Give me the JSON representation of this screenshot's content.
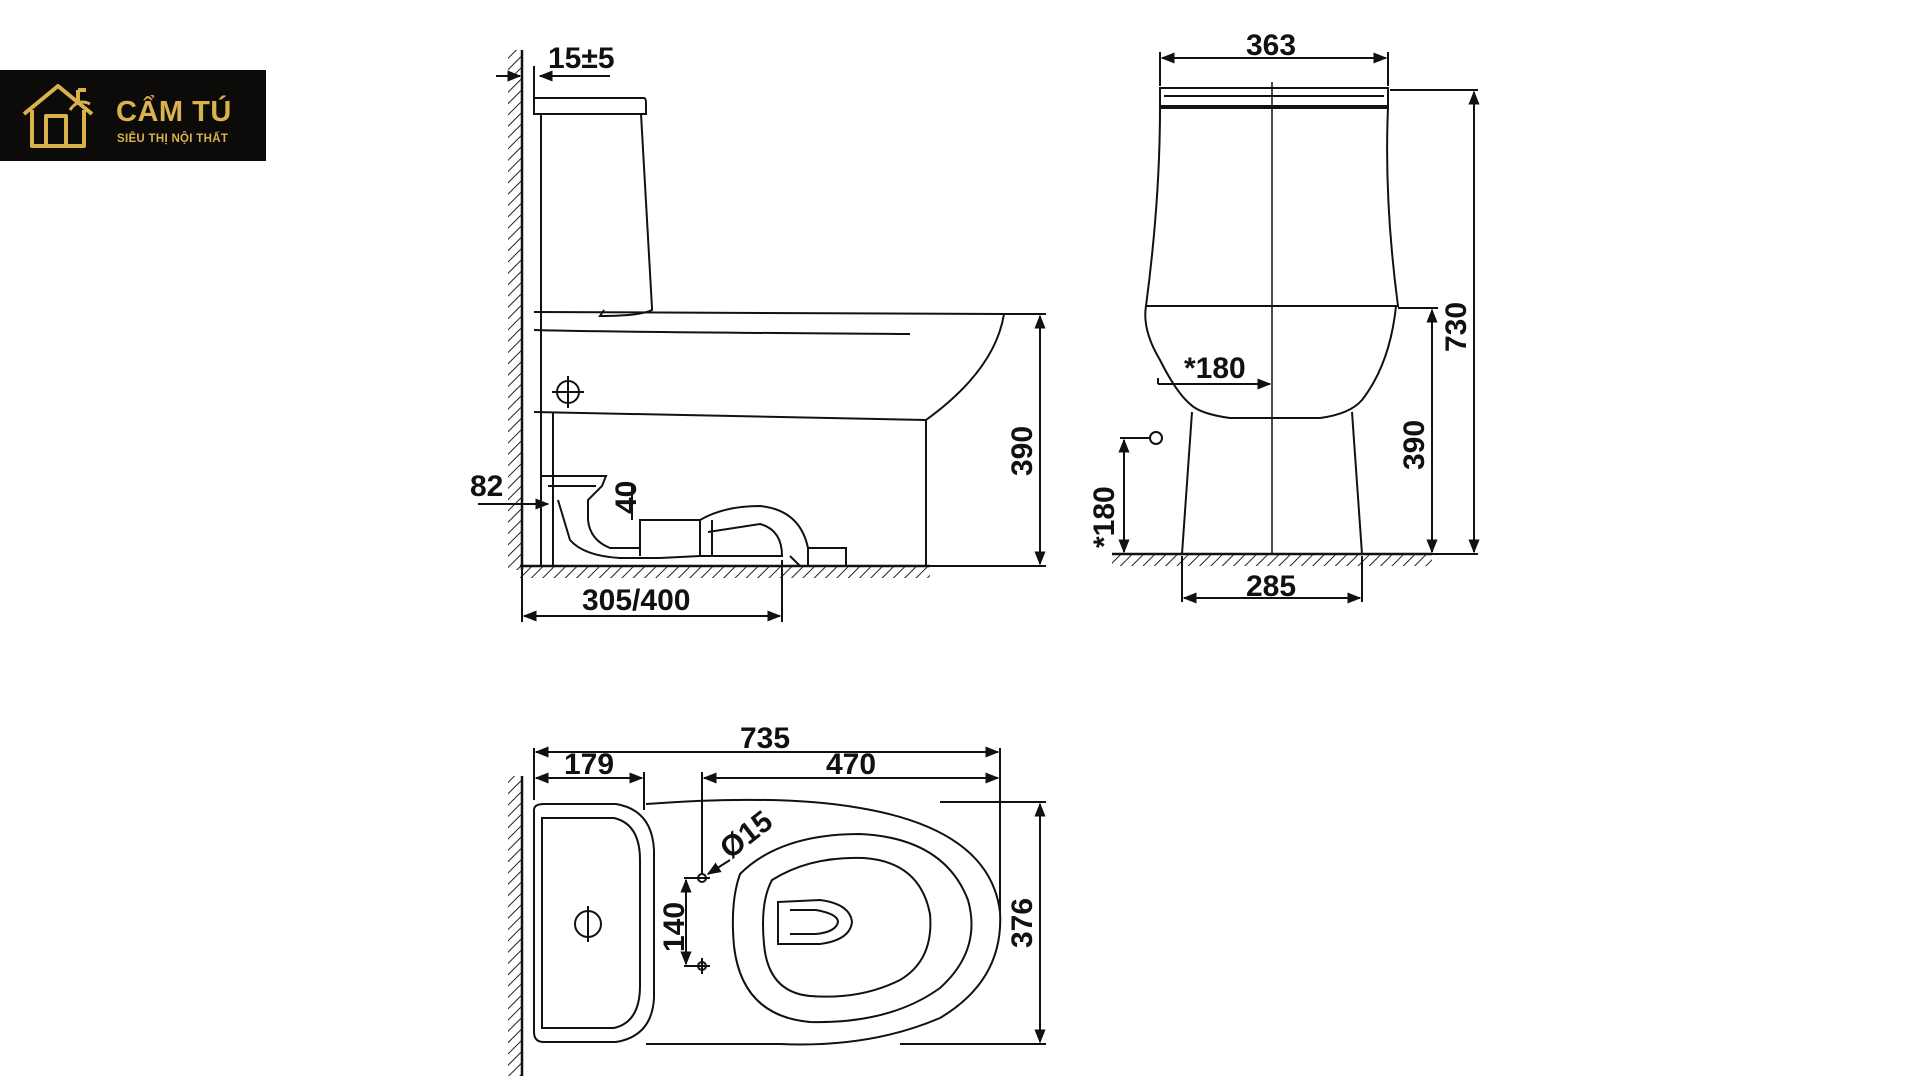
{
  "logo": {
    "name": "CẨM TÚ",
    "tagline": "SIÊU THỊ NỘI THẤT",
    "color": "#d9b24e",
    "background": "#0c0b09",
    "icon": "house-icon"
  },
  "side_view": {
    "wall_gap": "15±5",
    "floor_outlet": "82",
    "outlet_height": "40",
    "rough_in": "305/400",
    "seat_height": "390"
  },
  "front_view": {
    "width": "363",
    "total_height": "730",
    "seat_height": "390",
    "inlet_offset": "*180",
    "inlet_height": "*180",
    "base_width": "285"
  },
  "top_view": {
    "total_length": "735",
    "tank_depth": "179",
    "bowl_length": "470",
    "bolt_hole": "Ø15",
    "bolt_spacing": "140",
    "width": "376"
  }
}
